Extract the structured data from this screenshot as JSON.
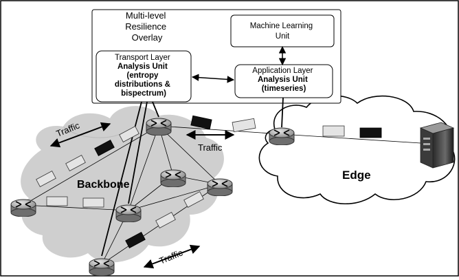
{
  "overlay": {
    "title_lines": [
      "Multi-level",
      "Resilience",
      "Overlay"
    ]
  },
  "units": {
    "machine_learning": [
      "Machine Learning",
      "Unit"
    ],
    "transport": [
      "Transport Layer",
      "Analysis Unit",
      "(entropy",
      "distributions &",
      "bispectrum)"
    ],
    "application": [
      "Application Layer",
      "Analysis Unit",
      "(timeseries)"
    ]
  },
  "regions": {
    "backbone": "Backbone",
    "edge": "Edge"
  },
  "traffic_labels": {
    "top_left": "Traffic",
    "middle": "Traffic",
    "bottom": "Traffic"
  },
  "icons": {
    "router": "router-icon",
    "server": "server-icon",
    "packet_normal": "packet-normal-icon",
    "packet_anomalous": "packet-anomalous-icon"
  },
  "colors": {
    "cloud_backbone": "#cfcfcf",
    "cloud_edge": "#ffffff",
    "packet_normal": "#e4e4e4",
    "packet_anomalous": "#111111",
    "router_fill": "#b8b8b8"
  }
}
